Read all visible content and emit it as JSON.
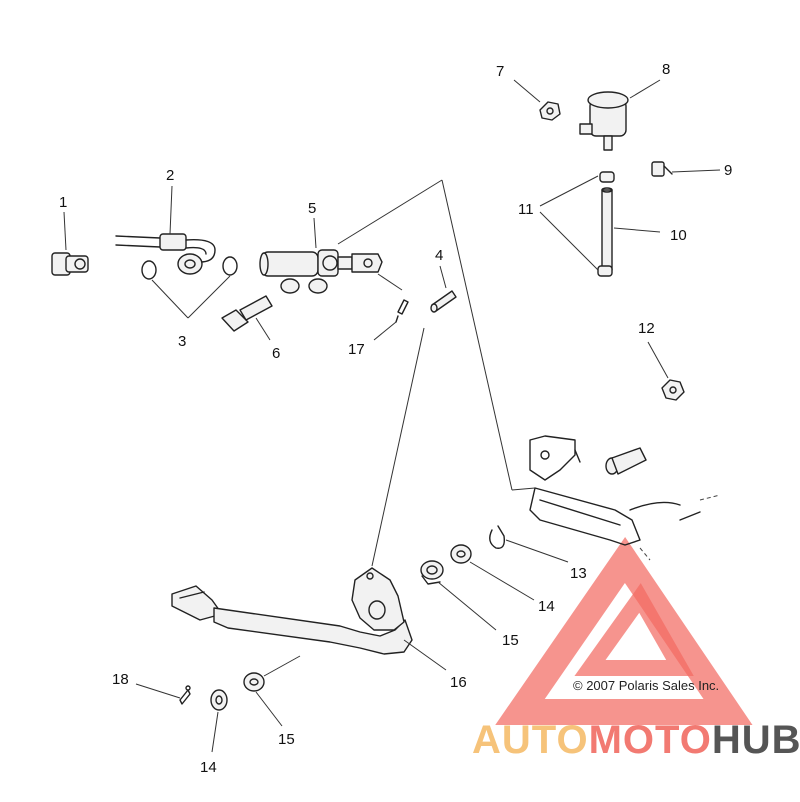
{
  "callouts": [
    {
      "id": "1",
      "text": "1"
    },
    {
      "id": "2",
      "text": "2"
    },
    {
      "id": "3",
      "text": "3"
    },
    {
      "id": "4",
      "text": "4"
    },
    {
      "id": "5",
      "text": "5"
    },
    {
      "id": "6",
      "text": "6"
    },
    {
      "id": "7",
      "text": "7"
    },
    {
      "id": "8",
      "text": "8"
    },
    {
      "id": "9",
      "text": "9"
    },
    {
      "id": "10",
      "text": "10"
    },
    {
      "id": "11",
      "text": "11"
    },
    {
      "id": "12",
      "text": "12"
    },
    {
      "id": "13",
      "text": "13"
    },
    {
      "id": "14a",
      "text": "14"
    },
    {
      "id": "15a",
      "text": "15"
    },
    {
      "id": "16",
      "text": "16"
    },
    {
      "id": "17",
      "text": "17"
    },
    {
      "id": "18",
      "text": "18"
    },
    {
      "id": "14b",
      "text": "14"
    },
    {
      "id": "15b",
      "text": "15"
    }
  ],
  "copyright": "© 2007 Polaris Sales Inc.",
  "watermark": {
    "part1": "AUTO",
    "part2": "MOTO",
    "part3": "HUB",
    "color_auto": "#f6c37a",
    "color_moto": "#f27a72",
    "color_hub": "#555555",
    "triangle_color": "#f26b63"
  }
}
